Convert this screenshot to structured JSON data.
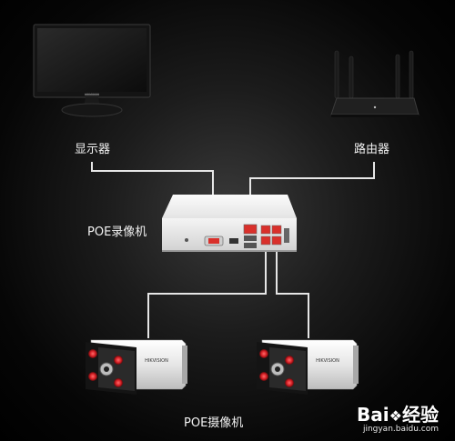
{
  "labels": {
    "monitor": "显示器",
    "router": "路由器",
    "nvr": "POE录像机",
    "cameras": "POE摄像机"
  },
  "device_brand": "HIKVISION",
  "watermark": {
    "brand_prefix": "Bai",
    "brand_suffix": "经验",
    "url": "jingyan.baidu.com"
  },
  "colors": {
    "cable": "#e6e6e6",
    "port_red": "#d9302b",
    "ir_led": "#e0262c"
  }
}
